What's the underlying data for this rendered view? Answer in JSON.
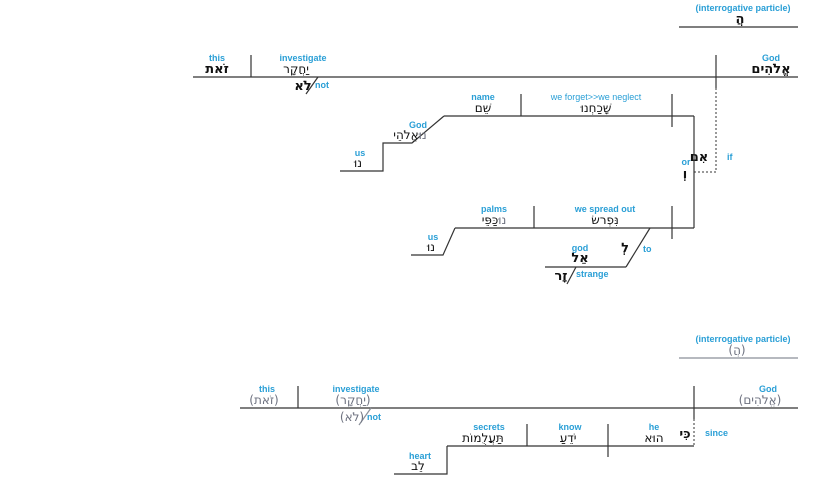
{
  "colors": {
    "gloss": "#2a9fd6",
    "line": "#333333",
    "implied": "#6e7280"
  },
  "upper": {
    "interrogative": {
      "gloss": "(interrogative particle)",
      "hebrew": "הֲ"
    },
    "subject": {
      "gloss": "God",
      "hebrew": "אֱלֹהִים"
    },
    "verb": {
      "gloss": "investigate",
      "hebrew": "יַחֲקָר"
    },
    "object": {
      "gloss": "this",
      "hebrew": "זֹאת"
    },
    "negation": {
      "gloss": "not",
      "hebrew": "לֹא"
    },
    "conditional": {
      "gloss": "if",
      "hebrew": "אִם"
    },
    "conjunction": {
      "gloss": "or",
      "hebrew": "וְ"
    },
    "clause1": {
      "verb": {
        "gloss": "we forget>>we neglect",
        "hebrew": "שָׁכַחְנוּ"
      },
      "object": {
        "gloss": "name",
        "hebrew": "שֵׁם"
      },
      "possessor": {
        "gloss": "God",
        "hebrew": "אֱלֹהֵינוּ",
        "hebrew_main": "אֱלֹהֵי",
        "hebrew_suffix": "נוּ"
      },
      "pronoun": {
        "gloss": "us",
        "hebrew": "נוּ"
      }
    },
    "clause2": {
      "verb": {
        "gloss": "we spread out",
        "hebrew": "נִּפְרשׂ"
      },
      "object": {
        "gloss": "palms",
        "hebrew": "כַּפֵּינוּ",
        "hebrew_main": "כַּפֵּי",
        "hebrew_suffix": "נוּ"
      },
      "pronoun": {
        "gloss": "us",
        "hebrew": "נוּ"
      },
      "preposition": {
        "gloss": "to",
        "hebrew": "לְ"
      },
      "prep_object": {
        "gloss": "god",
        "hebrew": "אֵל"
      },
      "modifier": {
        "gloss": "strange",
        "hebrew": "זָר"
      }
    }
  },
  "lower": {
    "interrogative": {
      "gloss": "(interrogative particle)",
      "hebrew": "(הֲ)"
    },
    "subject": {
      "gloss": "God",
      "hebrew": "(אֱלֹהִים)"
    },
    "verb": {
      "gloss": "investigate",
      "hebrew": "(יַחֲקָר)"
    },
    "object": {
      "gloss": "this",
      "hebrew": "(זֹאת)"
    },
    "negation": {
      "gloss": "not",
      "hebrew": "(לֹא)"
    },
    "conjunction": {
      "gloss": "since",
      "hebrew": "כִּי"
    },
    "clause": {
      "subject": {
        "gloss": "he",
        "hebrew": "הוּא"
      },
      "verb": {
        "gloss": "know",
        "hebrew": "יֹדֵעַ"
      },
      "object": {
        "gloss": "secrets",
        "hebrew": "תַּעֲלֻמוֹת"
      },
      "possessor": {
        "gloss": "heart",
        "hebrew": "לֵב"
      }
    }
  }
}
